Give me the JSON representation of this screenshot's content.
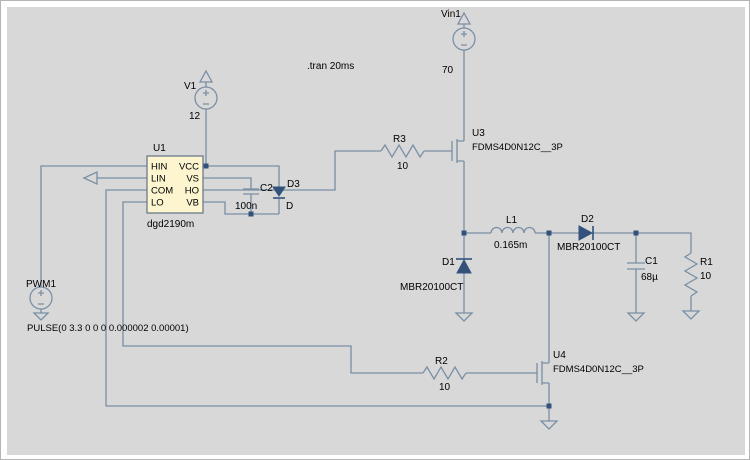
{
  "directive": ".tran 20ms",
  "sources": {
    "vin1": {
      "name": "Vin1",
      "value": "70",
      "plus": "+",
      "minus": "-"
    },
    "v1": {
      "name": "V1",
      "value": "12",
      "plus": "+",
      "minus": "-"
    },
    "pwm1": {
      "name": "PWM1",
      "value": "PULSE(0 3.3 0 0 0 0.000002 0.00001)",
      "plus": "+",
      "minus": "-"
    }
  },
  "driver": {
    "name": "U1",
    "model": "dgd2190m",
    "pins_left": [
      "HIN",
      "LIN",
      "COM",
      "LO"
    ],
    "pins_right": [
      "VCC",
      "VS",
      "HO",
      "VB"
    ]
  },
  "mosfets": {
    "u3": {
      "name": "U3",
      "model": "FDMS4D0N12C__3P"
    },
    "u4": {
      "name": "U4",
      "model": "FDMS4D0N12C__3P"
    }
  },
  "resistors": {
    "r1": {
      "name": "R1",
      "value": "10"
    },
    "r2": {
      "name": "R2",
      "value": "10"
    },
    "r3": {
      "name": "R3",
      "value": "10"
    }
  },
  "capacitors": {
    "c1": {
      "name": "C1",
      "value": "68µ"
    },
    "c2": {
      "name": "C2",
      "value": "100n"
    }
  },
  "inductor": {
    "name": "L1",
    "value": "0.165m"
  },
  "diodes": {
    "d1": {
      "name": "D1",
      "model": "MBR20100CT"
    },
    "d2": {
      "name": "D2",
      "model": "MBR20100CT"
    },
    "d3": {
      "name": "D3",
      "model": "D"
    }
  },
  "colors": {
    "wire": "#7a8fa5",
    "junction": "#32527b",
    "symbol_fill": "#fcf5d0",
    "canvas_bg": "#d8d8d8",
    "page_bg": "#ffffff",
    "text": "#000000"
  }
}
